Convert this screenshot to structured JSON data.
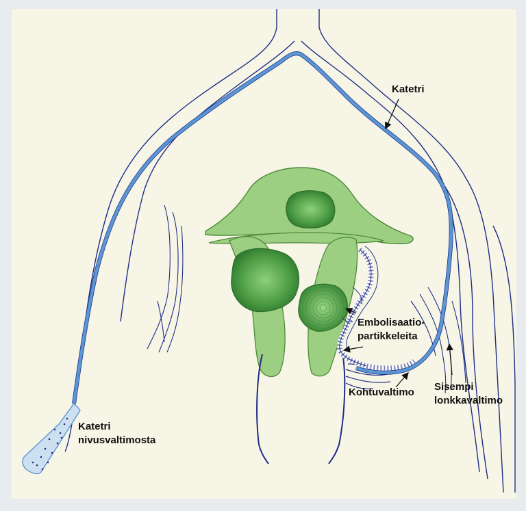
{
  "labels": {
    "catheter_top": "Katetri",
    "embolization_line1": "Embolisaatio-",
    "embolization_line2": "partikkeleita",
    "internal_iliac_line1": "Sisempi",
    "internal_iliac_line2": "lonkkavaltimo",
    "uterine_artery": "Kohtuvaltimo",
    "catheter_groin_line1": "Katetri",
    "catheter_groin_line2": "nivusvaltimosta"
  },
  "colors": {
    "frame": "#e9ecef",
    "panel": "#f6f5e6",
    "vessel": "#1f2d86",
    "catheter": "#5b96d4",
    "tissue": "#9ccf82",
    "tissue_outline": "#4d8a3a",
    "fibroid_dark": "#2e7d32",
    "fibroid_light": "#7fbf6e",
    "arrow": "#111111"
  }
}
